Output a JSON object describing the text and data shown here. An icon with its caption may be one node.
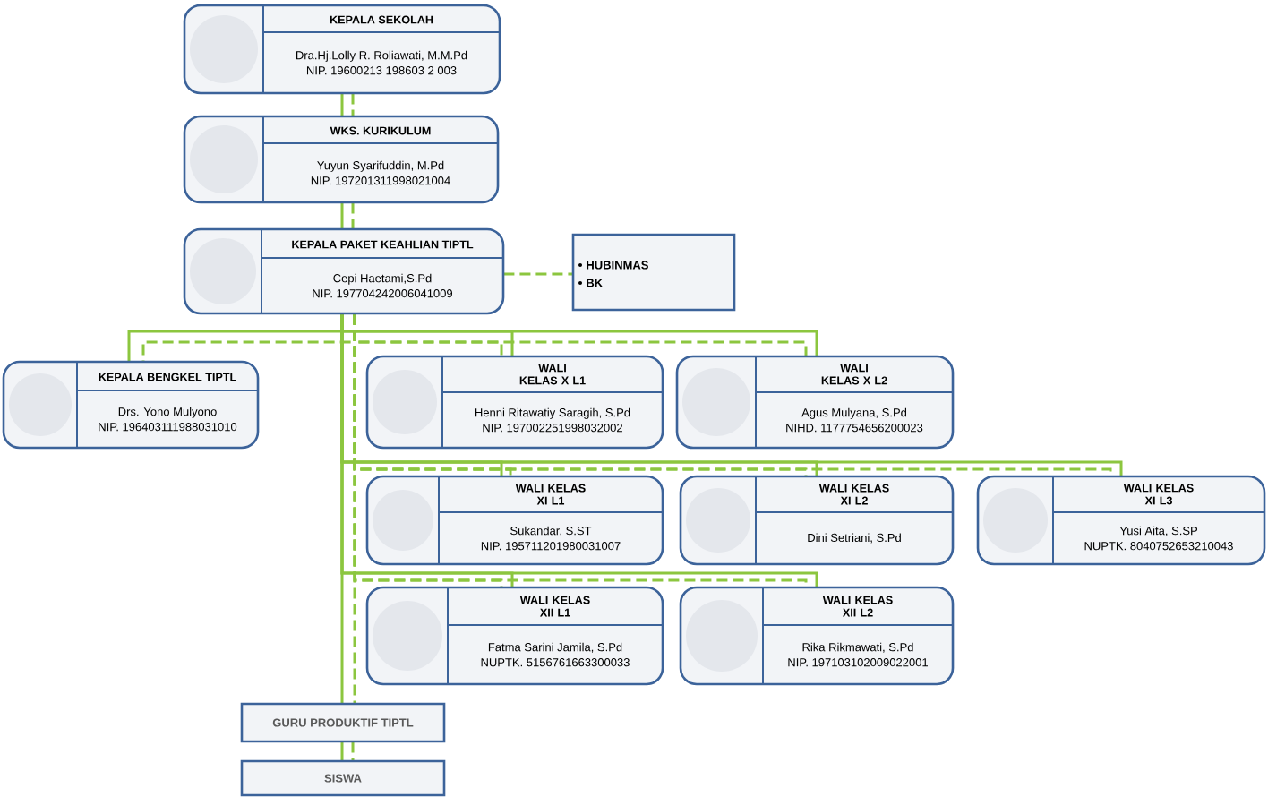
{
  "diagram": {
    "nodes": [
      {
        "text": [
          "KEPALA SEKOLAH",
          "Dra.Hj.Lolly R. Roliawati, M.M.Pd",
          "NIP. 19600213 198603 2 003"
        ]
      },
      {
        "text": [
          "WKS. KURIKULUM",
          "Yuyun Syarifuddin, M.Pd",
          "NIP. 197201311998021004"
        ]
      },
      {
        "text": [
          "KEPALA PAKET KEAHLIAN TIPTL",
          "Cepi Haetami,S.Pd",
          "NIP. 197704242006041009"
        ]
      },
      {
        "text": [
          "HUBINMAS",
          "BK"
        ]
      },
      {
        "text": [
          "KEPALA BENGKEL TIPTL",
          "Drs. Yono Mulyono",
          "NIP. 196403111988031010"
        ]
      },
      {
        "text": [
          "WALI KELAS X L1",
          "Henni Ritawatiy Saragih, S.Pd",
          "NIP. 197002251998032002"
        ]
      },
      {
        "text": [
          "WALI KELAS X L2",
          "Agus Mulyana, S.Pd",
          "NIHD. 1177754656200023"
        ]
      },
      {
        "text": [
          "WALI KELAS XI L1",
          "Sukandar, S.ST",
          "NIP. 195711201980031007"
        ]
      },
      {
        "text": [
          "WALI KELAS XI L2",
          "Dini Setriani, S.Pd"
        ]
      },
      {
        "text": [
          "WALI KELAS XI L3",
          "Yusi Aita, S.SP",
          "NUPTK. 8040752653210043"
        ]
      },
      {
        "text": [
          "WALI KELAS XII L1",
          "Fatma Sarini Jamila, S.Pd",
          "NUPTK. 5156761663300033"
        ]
      },
      {
        "text": [
          "WALI KELAS XII L2",
          "Rika Rikmawati, S.Pd",
          "NIP. 197103102009022001"
        ]
      },
      {
        "text": [
          "GURU PRODUKTIF TIPTL"
        ]
      },
      {
        "text": [
          "SISWA"
        ]
      }
    ],
    "edges": [
      {
        "from": 0,
        "to": 1,
        "arrow": "none"
      },
      {
        "from": 0,
        "to": 1,
        "arrow": "none",
        "style": "dashed"
      },
      {
        "from": 1,
        "to": 2,
        "arrow": "none"
      },
      {
        "from": 1,
        "to": 2,
        "arrow": "none",
        "style": "dashed"
      },
      {
        "from": 2,
        "to": 3,
        "arrow": "none",
        "style": "dashed"
      },
      {
        "from": 2,
        "to": 4,
        "arrow": "none"
      },
      {
        "from": 2,
        "to": 4,
        "arrow": "none",
        "style": "dashed"
      },
      {
        "from": 2,
        "to": 5,
        "arrow": "none"
      },
      {
        "from": 2,
        "to": 5,
        "arrow": "none",
        "style": "dashed"
      },
      {
        "from": 2,
        "to": 6,
        "arrow": "none"
      },
      {
        "from": 2,
        "to": 6,
        "arrow": "none",
        "style": "dashed"
      },
      {
        "from": 2,
        "to": 7,
        "arrow": "none"
      },
      {
        "from": 2,
        "to": 7,
        "arrow": "none",
        "style": "dashed"
      },
      {
        "from": 2,
        "to": 8,
        "arrow": "none"
      },
      {
        "from": 2,
        "to": 8,
        "arrow": "none",
        "style": "dashed"
      },
      {
        "from": 2,
        "to": 9,
        "arrow": "none"
      },
      {
        "from": 2,
        "to": 9,
        "arrow": "none",
        "style": "dashed"
      },
      {
        "from": 2,
        "to": 10,
        "arrow": "none"
      },
      {
        "from": 2,
        "to": 10,
        "arrow": "none",
        "style": "dashed"
      },
      {
        "from": 2,
        "to": 11,
        "arrow": "none"
      },
      {
        "from": 2,
        "to": 11,
        "arrow": "none",
        "style": "dashed"
      },
      {
        "from": 2,
        "to": 12,
        "arrow": "none"
      },
      {
        "from": 2,
        "to": 12,
        "arrow": "none",
        "style": "dashed"
      },
      {
        "from": 12,
        "to": 13,
        "arrow": "none"
      },
      {
        "from": 12,
        "to": 13,
        "arrow": "none",
        "style": "dashed"
      }
    ]
  }
}
